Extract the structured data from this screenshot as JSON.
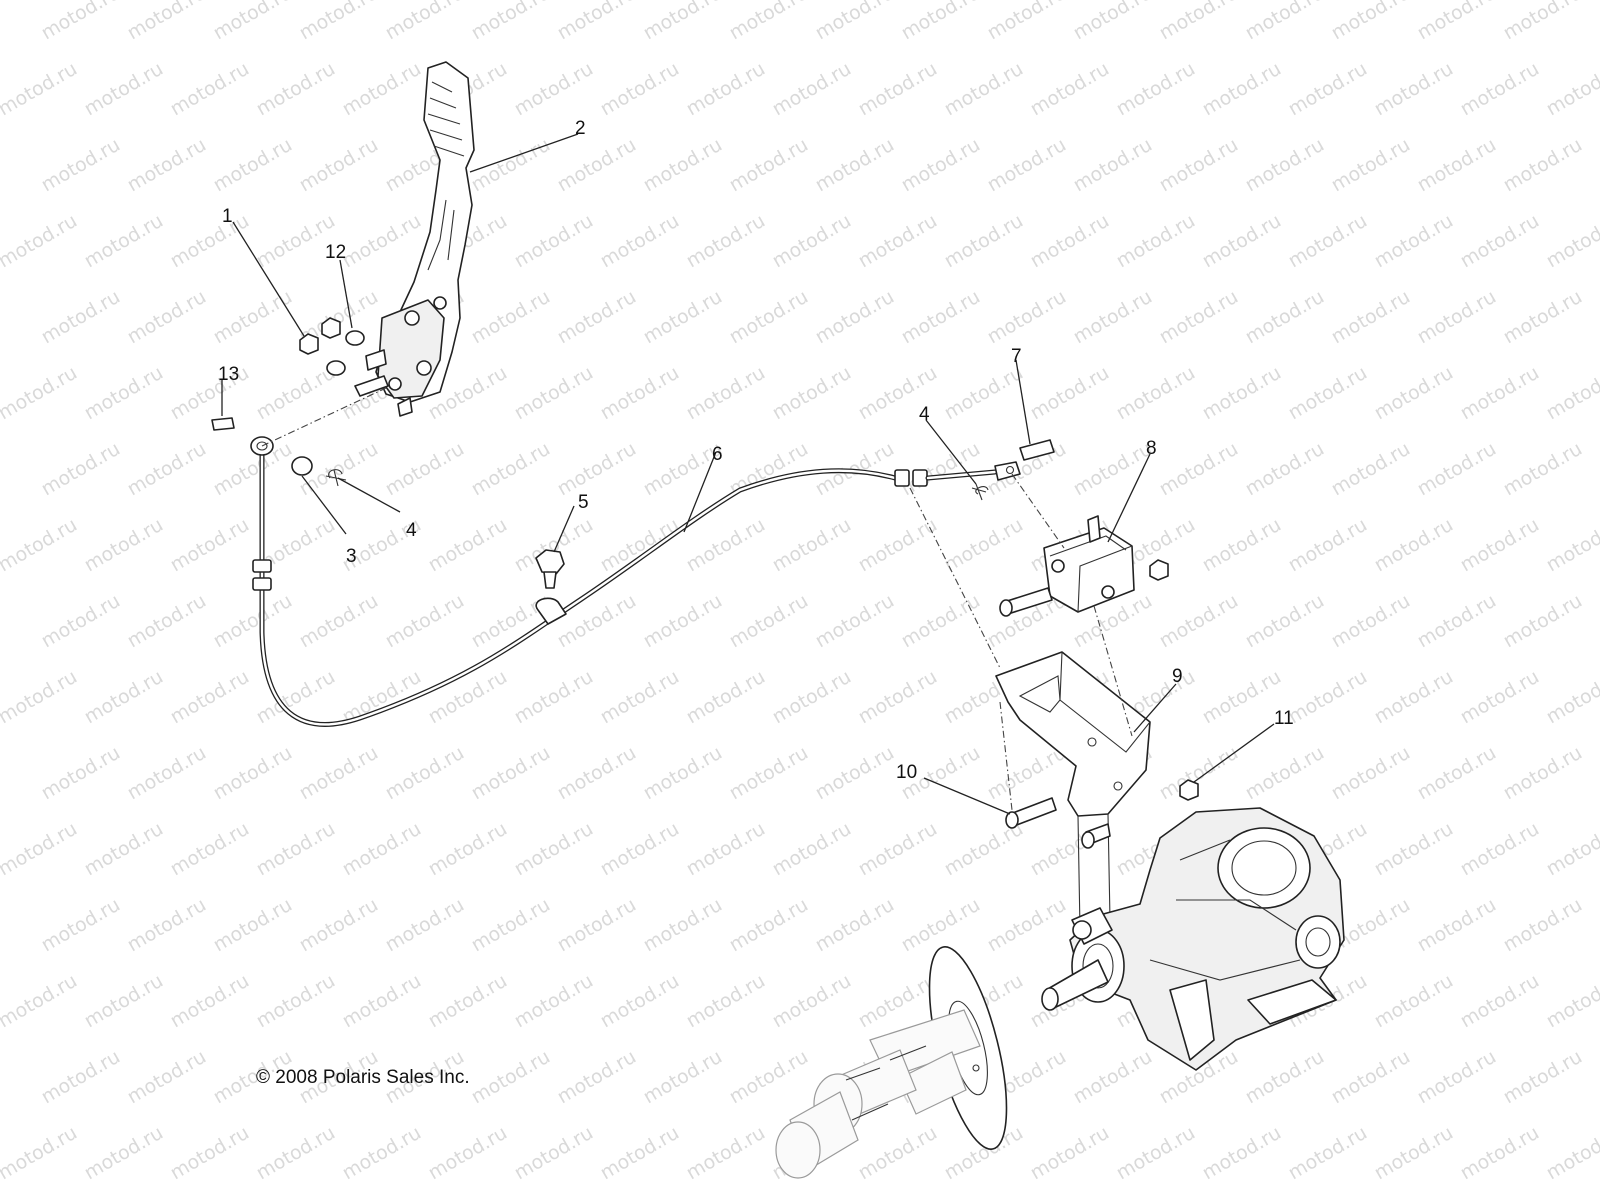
{
  "watermark_text": "motod.ru",
  "copyright": "© 2008 Polaris Sales Inc.",
  "callouts": [
    {
      "id": "callout-1",
      "label": "1"
    },
    {
      "id": "callout-2",
      "label": "2"
    },
    {
      "id": "callout-3",
      "label": "3"
    },
    {
      "id": "callout-4a",
      "label": "4"
    },
    {
      "id": "callout-4b",
      "label": "4"
    },
    {
      "id": "callout-5",
      "label": "5"
    },
    {
      "id": "callout-6",
      "label": "6"
    },
    {
      "id": "callout-7",
      "label": "7"
    },
    {
      "id": "callout-8",
      "label": "8"
    },
    {
      "id": "callout-9",
      "label": "9"
    },
    {
      "id": "callout-10",
      "label": "10"
    },
    {
      "id": "callout-11",
      "label": "11"
    },
    {
      "id": "callout-12",
      "label": "12"
    },
    {
      "id": "callout-13",
      "label": "13"
    }
  ]
}
